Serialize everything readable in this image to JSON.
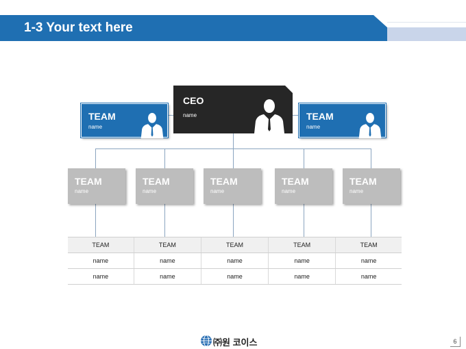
{
  "header": {
    "title": "1-3 Your text here"
  },
  "ceo": {
    "title": "CEO",
    "name": "name"
  },
  "leads": [
    {
      "title": "TEAM",
      "name": "name"
    },
    {
      "title": "TEAM",
      "name": "name"
    }
  ],
  "teams": [
    {
      "title": "TEAM",
      "name": "name"
    },
    {
      "title": "TEAM",
      "name": "name"
    },
    {
      "title": "TEAM",
      "name": "name"
    },
    {
      "title": "TEAM",
      "name": "name"
    },
    {
      "title": "TEAM",
      "name": "name"
    }
  ],
  "table": {
    "header": [
      "TEAM",
      "TEAM",
      "TEAM",
      "TEAM",
      "TEAM"
    ],
    "rows": [
      [
        "name",
        "name",
        "name",
        "name",
        "name"
      ],
      [
        "name",
        "name",
        "name",
        "name",
        "name"
      ]
    ]
  },
  "footer": {
    "company": "㈜원 코이스",
    "page": "6"
  },
  "colors": {
    "primary": "#1f6fb2",
    "dark": "#262626",
    "gray": "#bdbdbd"
  }
}
